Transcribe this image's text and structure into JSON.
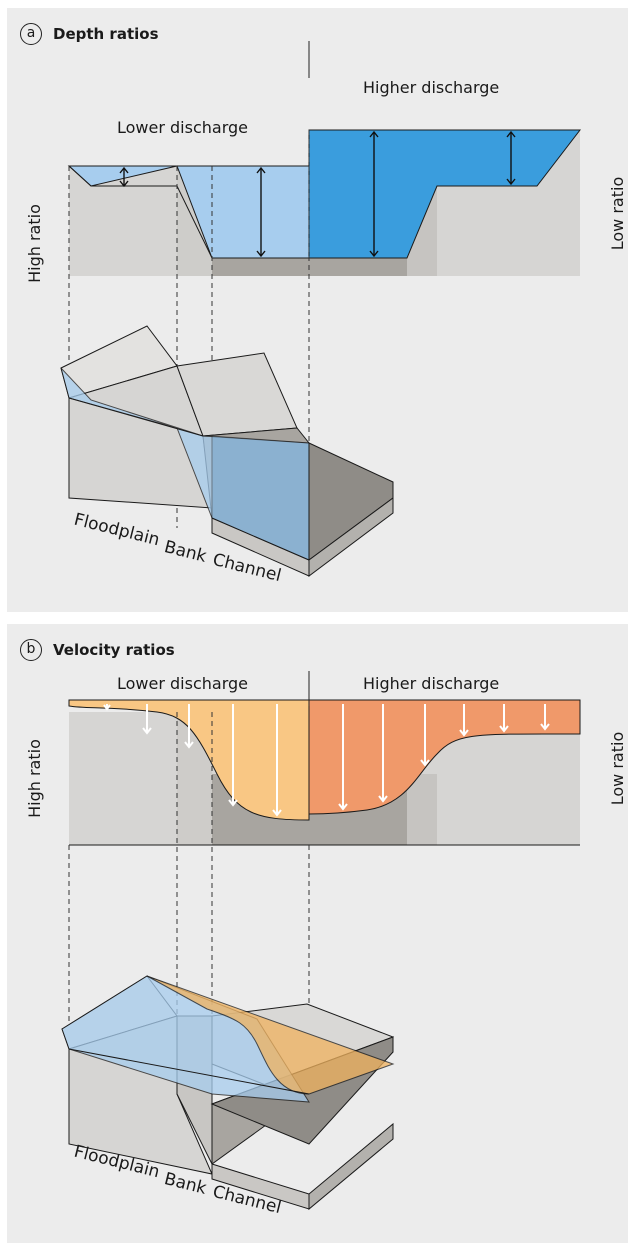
{
  "panels": {
    "a": {
      "letter": "a",
      "title": "Depth ratios",
      "lower": "Lower discharge",
      "higher": "Higher discharge",
      "high_ratio": "High ratio",
      "low_ratio": "Low ratio",
      "zones": {
        "floodplain": "Floodplain",
        "bank": "Bank",
        "channel": "Channel"
      }
    },
    "b": {
      "letter": "b",
      "title": "Velocity ratios",
      "lower": "Lower discharge",
      "higher": "Higher discharge",
      "high_ratio": "High ratio",
      "low_ratio": "Low ratio",
      "zones": {
        "floodplain": "Floodplain",
        "bank": "Bank",
        "channel": "Channel"
      }
    }
  },
  "colors": {
    "light_blue": "#a7cdee",
    "dark_blue": "#3a9ddd",
    "light_orange": "#f9c784",
    "dark_orange": "#f0996a",
    "ground": "#d6d5d3",
    "ground_mid": "#c6c4c1",
    "channel_ground": "#a8a5a0"
  }
}
